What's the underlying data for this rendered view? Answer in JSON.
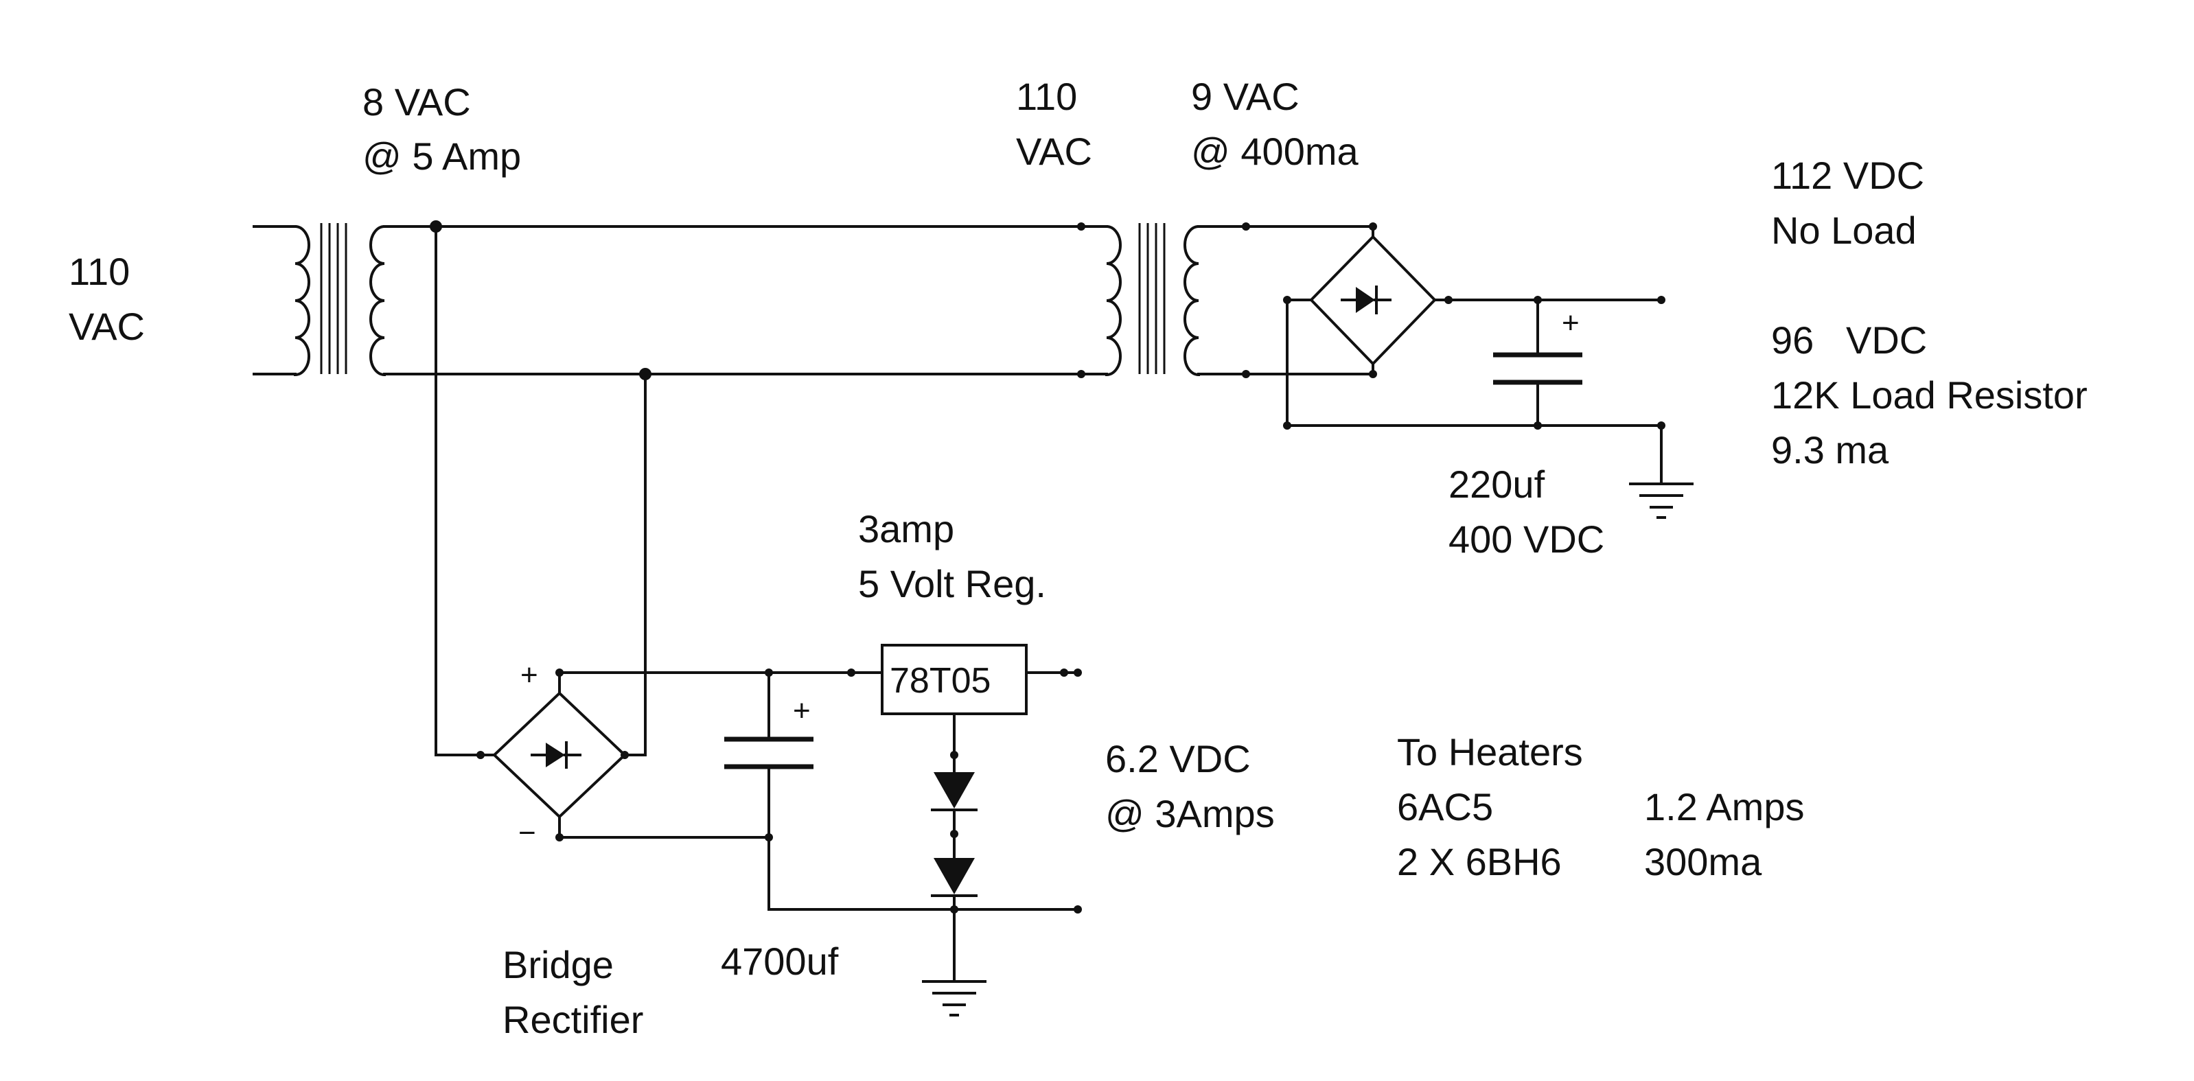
{
  "labels": {
    "input_voltage_line1": "110",
    "input_voltage_line2": "VAC",
    "t1_secondary_line1": "8 VAC",
    "t1_secondary_line2": "@ 5 Amp",
    "t2_primary_line1": "110",
    "t2_primary_line2": "VAC",
    "t2_secondary_line1": "9 VAC",
    "t2_secondary_line2": "@ 400ma",
    "no_load_line1": "112 VDC",
    "no_load_line2": "No Load",
    "load_line1": "96   VDC",
    "load_line2": "12K Load Resistor",
    "load_line3": "9.3 ma",
    "hv_cap_line1": "220uf",
    "hv_cap_line2": "400 VDC",
    "regulator_note_line1": "3amp",
    "regulator_note_line2": "5 Volt Reg.",
    "regulator_part": "78T05",
    "output_line1": "6.2 VDC",
    "output_line2": "@ 3Amps",
    "heaters_title": "To Heaters",
    "heater1_tube": "6AC5",
    "heater1_current": "1.2 Amps",
    "heater2_tube": "2 X 6BH6",
    "heater2_current": "300ma",
    "bridge_line1": "Bridge",
    "bridge_line2": "Rectifier",
    "lv_cap": "4700uf",
    "plus_sign": "+",
    "minus_sign": "−"
  },
  "colors": {
    "ink": "#111111",
    "background": "#ffffff"
  }
}
